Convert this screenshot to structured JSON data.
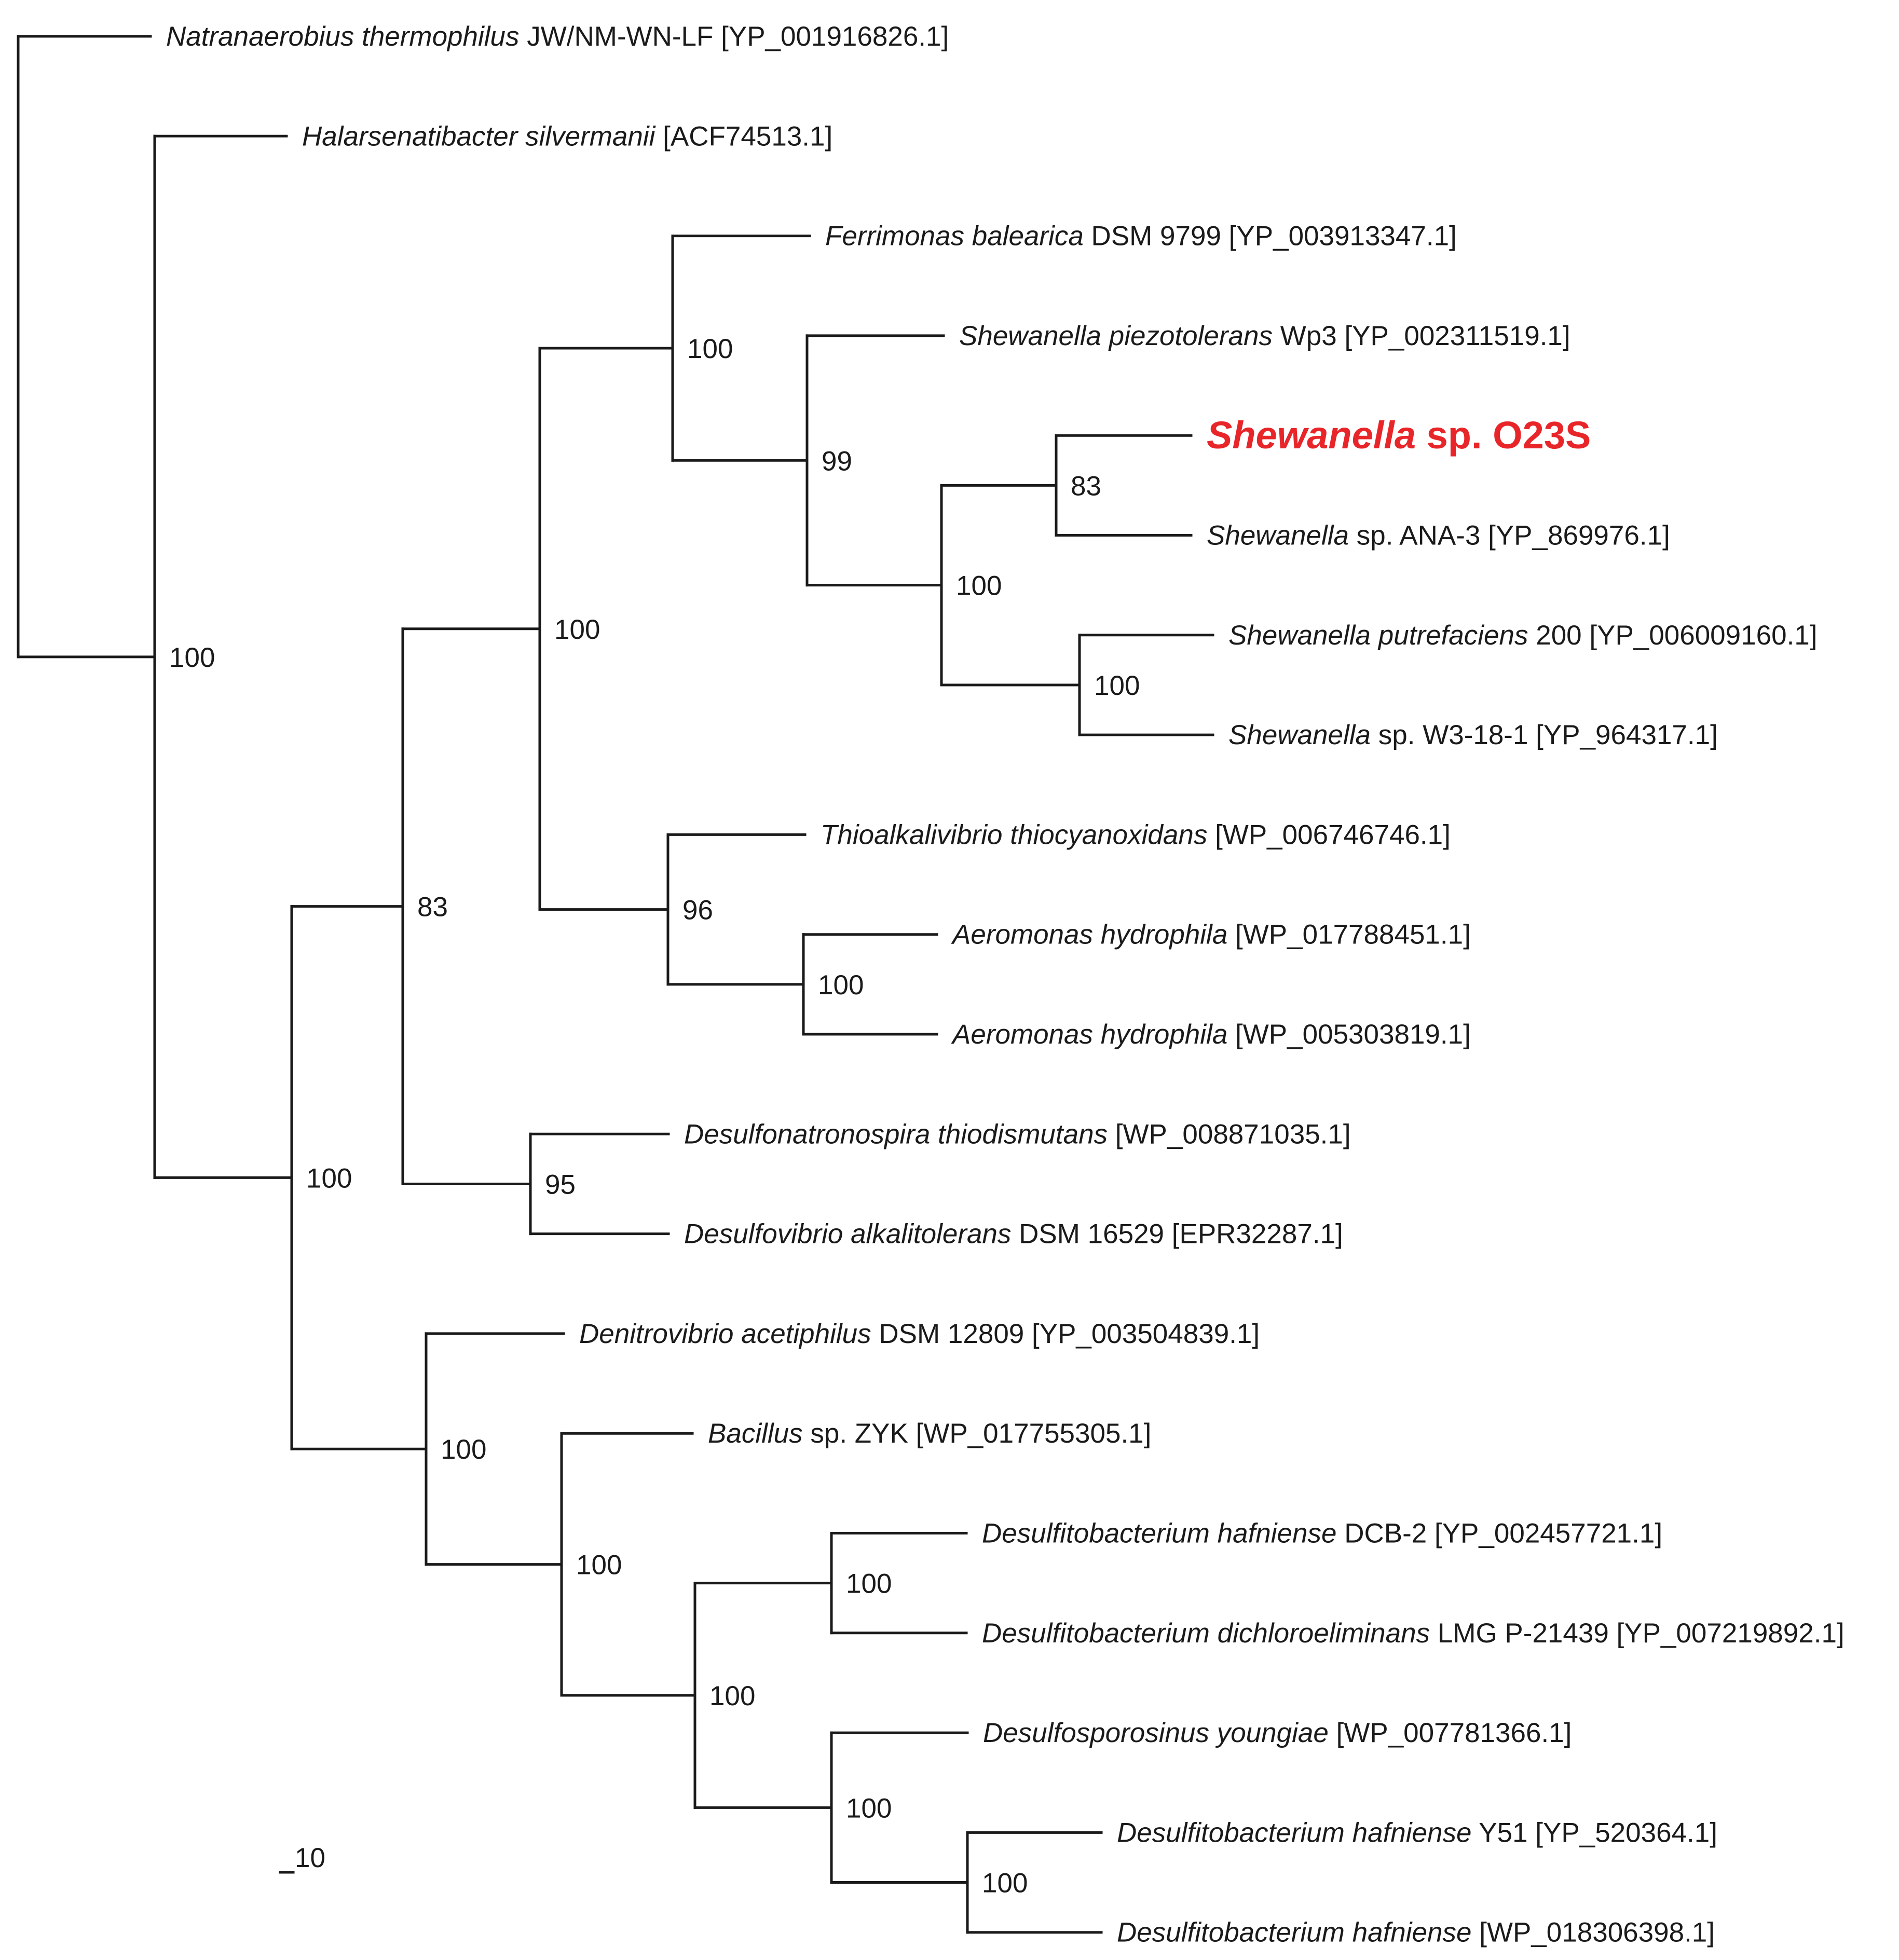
{
  "tree": {
    "highlight_color": "#e8262a",
    "line_color": "#1a1a1a",
    "scale_label": "10",
    "leaves": [
      {
        "id": "L1",
        "species": "Natranaerobius thermophilus",
        "suffix": " JW/NM-WN-LF [YP_001916826.1]"
      },
      {
        "id": "L2",
        "species": "Halarsenatibacter silvermanii",
        "suffix": " [ACF74513.1]"
      },
      {
        "id": "L3",
        "species": "Ferrimonas balearica",
        "suffix": " DSM 9799 [YP_003913347.1]"
      },
      {
        "id": "L4",
        "species": "Shewanella piezotolerans",
        "suffix": " Wp3 [YP_002311519.1]"
      },
      {
        "id": "L5",
        "species": "Shewanella",
        "suffix": "  sp. O23S",
        "highlight": true
      },
      {
        "id": "L6",
        "species": "Shewanella",
        "suffix": " sp. ANA-3 [YP_869976.1]"
      },
      {
        "id": "L7",
        "species": "Shewanella putrefaciens",
        "suffix": " 200 [YP_006009160.1]"
      },
      {
        "id": "L8",
        "species": "Shewanella",
        "suffix": " sp. W3-18-1 [YP_964317.1]"
      },
      {
        "id": "L9",
        "species": "Thioalkalivibrio thiocyanoxidans",
        "suffix": " [WP_006746746.1]"
      },
      {
        "id": "L10",
        "species": "Aeromonas hydrophila",
        "suffix": " [WP_017788451.1]"
      },
      {
        "id": "L11",
        "species": "Aeromonas hydrophila",
        "suffix": " [WP_005303819.1]"
      },
      {
        "id": "L12",
        "species": "Desulfonatronospira thiodismutans",
        "suffix": " [WP_008871035.1]"
      },
      {
        "id": "L13",
        "species": "Desulfovibrio alkalitolerans",
        "suffix": " DSM 16529 [EPR32287.1]"
      },
      {
        "id": "L14",
        "species": "Denitrovibrio acetiphilus",
        "suffix": " DSM 12809 [YP_003504839.1]"
      },
      {
        "id": "L15",
        "species": "Bacillus",
        "suffix": " sp. ZYK [WP_017755305.1]"
      },
      {
        "id": "L16",
        "species": "Desulfitobacterium hafniense",
        "suffix": " DCB-2 [YP_002457721.1]"
      },
      {
        "id": "L17",
        "species": "Desulfitobacterium dichloroeliminans",
        "suffix": " LMG P-21439 [YP_007219892.1]"
      },
      {
        "id": "L18",
        "species": "Desulfosporosinus youngiae",
        "suffix": " [WP_007781366.1]"
      },
      {
        "id": "L19",
        "species": "Desulfitobacterium hafniense",
        "suffix": " Y51 [YP_520364.1]"
      },
      {
        "id": "L20",
        "species": "Desulfitobacterium hafniense",
        "suffix": " [WP_018306398.1]"
      }
    ],
    "nodes": [
      {
        "id": "root",
        "support": "",
        "children": [
          "L1",
          "A"
        ]
      },
      {
        "id": "A",
        "support": "100",
        "children": [
          "L2",
          "B"
        ]
      },
      {
        "id": "B",
        "support": "100",
        "children": [
          "C",
          "J"
        ]
      },
      {
        "id": "C",
        "support": "83",
        "children": [
          "D",
          "I"
        ]
      },
      {
        "id": "D",
        "support": "100",
        "children": [
          "E",
          "H"
        ]
      },
      {
        "id": "E",
        "support": "100",
        "children": [
          "L3",
          "F"
        ]
      },
      {
        "id": "F",
        "support": "99",
        "children": [
          "L4",
          "G"
        ]
      },
      {
        "id": "G",
        "support": "100",
        "children": [
          "G1",
          "G2"
        ]
      },
      {
        "id": "G1",
        "support": "83",
        "children": [
          "L5",
          "L6"
        ]
      },
      {
        "id": "G2",
        "support": "100",
        "children": [
          "L7",
          "L8"
        ]
      },
      {
        "id": "H",
        "support": "96",
        "children": [
          "L9",
          "H1"
        ]
      },
      {
        "id": "H1",
        "support": "100",
        "children": [
          "L10",
          "L11"
        ]
      },
      {
        "id": "I",
        "support": "95",
        "children": [
          "L12",
          "L13"
        ]
      },
      {
        "id": "J",
        "support": "100",
        "children": [
          "L14",
          "K"
        ]
      },
      {
        "id": "K",
        "support": "100",
        "children": [
          "L15",
          "M"
        ]
      },
      {
        "id": "M",
        "support": "100",
        "children": [
          "N",
          "O"
        ]
      },
      {
        "id": "N",
        "support": "100",
        "children": [
          "L16",
          "L17"
        ]
      },
      {
        "id": "O",
        "support": "100",
        "children": [
          "L18",
          "P"
        ]
      },
      {
        "id": "P",
        "support": "100",
        "children": [
          "L19",
          "L20"
        ]
      }
    ]
  }
}
